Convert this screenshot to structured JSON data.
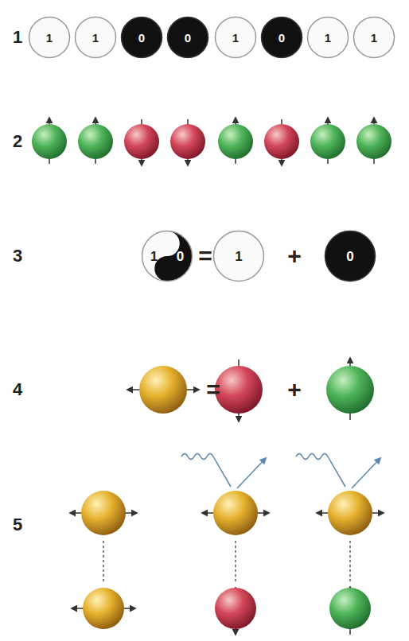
{
  "diagram": {
    "nodes": [
      {
        "text": [
          "1"
        ]
      },
      {
        "text": [
          "1"
        ]
      },
      {
        "text": [
          "0"
        ]
      },
      {
        "text": [
          "0"
        ]
      },
      {
        "text": [
          "1"
        ]
      },
      {
        "text": [
          "0"
        ]
      },
      {
        "text": [
          "1"
        ]
      },
      {
        "text": [
          "1"
        ]
      },
      {
        "text": [
          "1",
          "0"
        ]
      },
      {
        "text": [
          "1"
        ]
      },
      {
        "text": [
          "0"
        ]
      }
    ],
    "labels": [
      "1",
      "2",
      "3",
      "4",
      "5",
      "=",
      "+",
      "=",
      "+"
    ]
  }
}
